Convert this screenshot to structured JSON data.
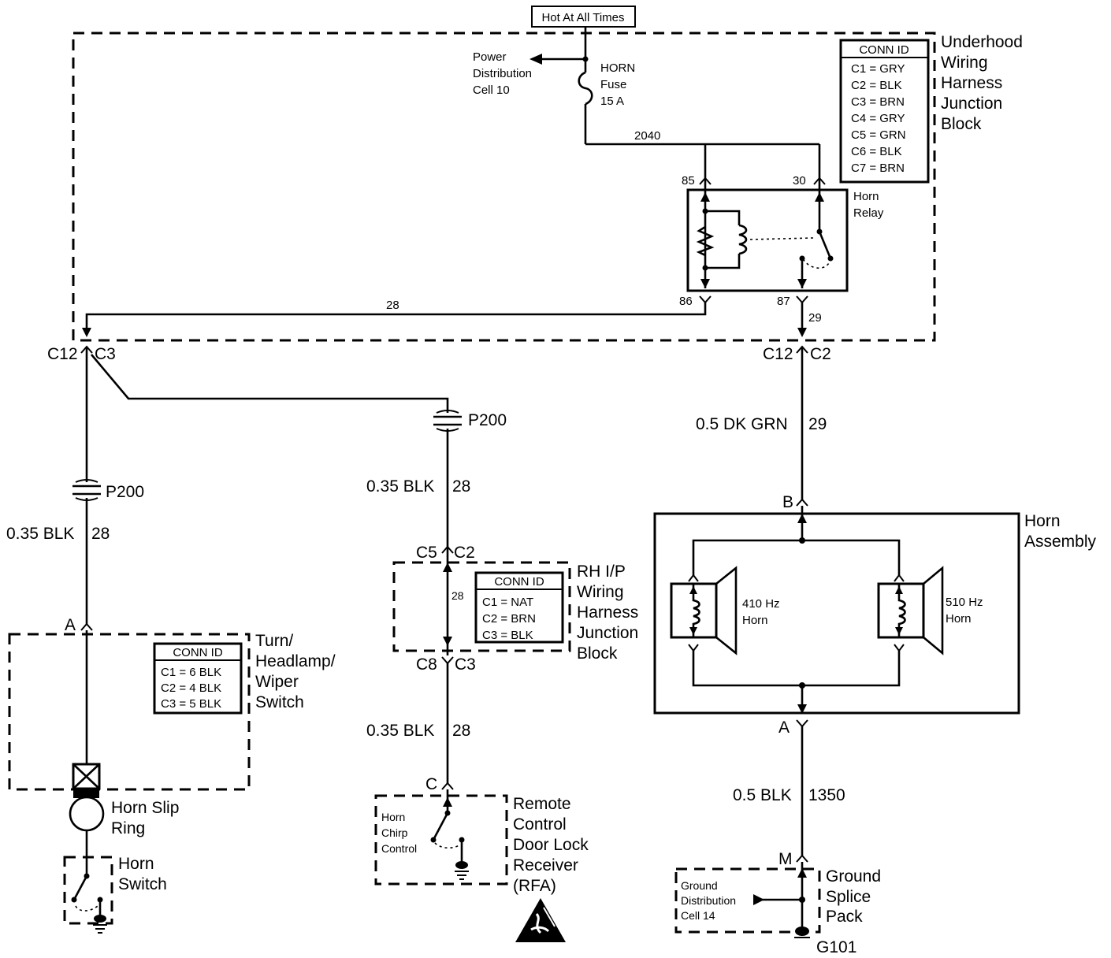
{
  "power": {
    "hot_label": "Hot At All Times",
    "power_dist": [
      "Power",
      "Distribution",
      "Cell 10"
    ],
    "fuse": [
      "HORN",
      "Fuse",
      "15 A"
    ],
    "circuit_2040": "2040"
  },
  "underhood_block": {
    "title": [
      "Underhood",
      "Wiring",
      "Harness",
      "Junction",
      "Block"
    ],
    "conn_header": "CONN ID",
    "conn_rows": [
      "C1 = GRY",
      "C2 = BLK",
      "C3 = BRN",
      "C4 = GRY",
      "C5 = GRN",
      "C6 = BLK",
      "C7 = BRN"
    ]
  },
  "relay": {
    "name": [
      "Horn",
      "Relay"
    ],
    "pin_85": "85",
    "pin_30": "30",
    "pin_86": "86",
    "pin_87": "87",
    "circuit_28": "28",
    "circuit_29": "29"
  },
  "connectors": {
    "c12_left": "C12",
    "c3_left": "C3",
    "c12_right": "C12",
    "c2_right": "C2",
    "p200_left": "P200",
    "p200_mid": "P200",
    "c5": "C5",
    "c2_mid": "C2",
    "c8": "C8",
    "c3_mid": "C3",
    "pin_a_left": "A",
    "pin_b": "B",
    "pin_a_right": "A",
    "pin_c": "C",
    "pin_m": "M"
  },
  "wires": {
    "left_size": "0.35 BLK",
    "left_circuit": "28",
    "mid_size_1": "0.35 BLK",
    "mid_circuit_1": "28",
    "mid_inner_circuit": "28",
    "mid_size_2": "0.35 BLK",
    "mid_circuit_2": "28",
    "right_size": "0.5 DK GRN",
    "right_circuit": "29",
    "ground_size": "0.5 BLK",
    "ground_circuit": "1350"
  },
  "rh_block": {
    "title": [
      "RH I/P",
      "Wiring",
      "Harness",
      "Junction",
      "Block"
    ],
    "conn_header": "CONN ID",
    "conn_rows": [
      "C1 = NAT",
      "C2 = BRN",
      "C3 = BLK"
    ]
  },
  "switch_block": {
    "title": [
      "Turn/",
      "Headlamp/",
      "Wiper",
      "Switch"
    ],
    "conn_header": "CONN ID",
    "conn_rows": [
      "C1 = 6 BLK",
      "C2 = 4 BLK",
      "C3 = 5 BLK"
    ]
  },
  "horn_parts": {
    "slip_ring": [
      "Horn Slip",
      "Ring"
    ],
    "horn_switch": [
      "Horn",
      "Switch"
    ],
    "assembly": [
      "Horn",
      "Assembly"
    ],
    "horn_410": [
      "410 Hz",
      "Horn"
    ],
    "horn_510": [
      "510 Hz",
      "Horn"
    ]
  },
  "rfa": {
    "title": [
      "Remote",
      "Control",
      "Door Lock",
      "Receiver",
      "(RFA)"
    ],
    "control": [
      "Horn",
      "Chirp",
      "Control"
    ]
  },
  "ground": {
    "title": [
      "Ground",
      "Splice",
      "Pack"
    ],
    "dist": [
      "Ground",
      "Distribution",
      "Cell 14"
    ],
    "g101": "G101"
  }
}
